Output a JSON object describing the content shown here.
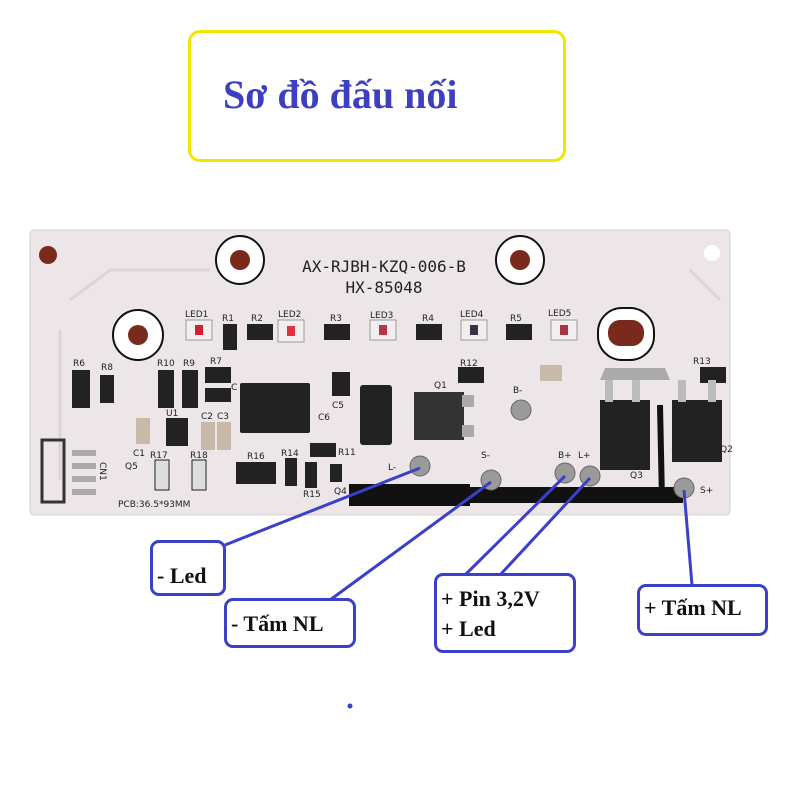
{
  "title": "Sơ đồ đấu nối",
  "board": {
    "model": "AX-RJBH-KZQ-006-B",
    "code": "HX-85048",
    "size": "PCB:36.5*93MM",
    "components": [
      "LED1",
      "R1",
      "R2",
      "LED2",
      "R3",
      "LED3",
      "R4",
      "LED4",
      "R5",
      "LED5",
      "R6",
      "R8",
      "R10",
      "R9",
      "R7",
      "R12",
      "Q1",
      "B-",
      "C5",
      "C6",
      "C2",
      "C3",
      "U1",
      "C1",
      "R17",
      "R18",
      "R16",
      "R14",
      "R11",
      "R15",
      "Q4",
      "Q5",
      "CN1",
      "L-",
      "S-",
      "B+",
      "L+",
      "Q3",
      "S+",
      "R13",
      "Q2",
      "C"
    ]
  },
  "callouts": {
    "led_minus": "- Led",
    "panel_minus": "- Tấm NL",
    "pin_plus": "+ Pin 3,2V",
    "led_plus": "+ Led",
    "panel_plus": "+ Tấm NL"
  },
  "colors": {
    "title": "#3d3fc0",
    "callout_border": "#3b40c8",
    "title_border": "#f2e600"
  }
}
